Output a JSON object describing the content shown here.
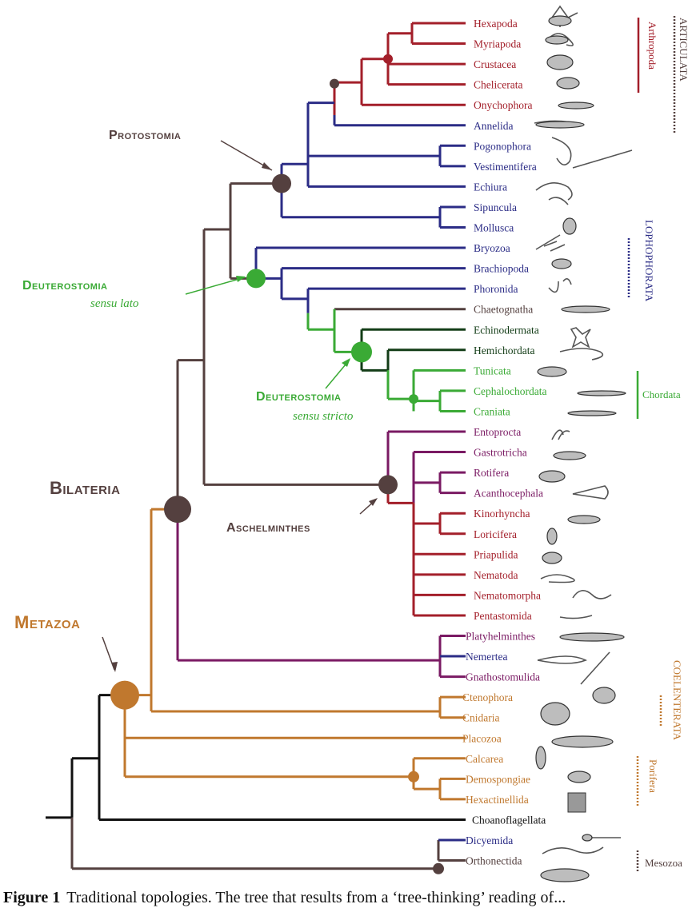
{
  "colors": {
    "brown": "#54403f",
    "red": "#a31f2a",
    "blue": "#2b2c86",
    "green": "#3aaa35",
    "darkgreen": "#133d17",
    "purple": "#7a1a63",
    "orange": "#c0782e",
    "black": "#111111"
  },
  "clade_labels": {
    "protostomia": "Protostomia",
    "deutero_lato": "Deuterostomia",
    "deutero_lato_sub": "sensu lato",
    "deutero_stricto": "Deuterostomia",
    "deutero_stricto_sub": "sensu stricto",
    "bilateria": "Bilateria",
    "aschelminthes": "Aschelminthes",
    "metazoa": "Metazoa"
  },
  "side_labels": {
    "articulata": "ARTICULATA",
    "arthropoda": "Arthropoda",
    "lophophorata": "LOPHOPHORATA",
    "chordata": "Chordata",
    "coelenterata": "COELENTERATA",
    "porifera": "Porifera",
    "mesozoa": "Mesozoa"
  },
  "taxa": [
    {
      "name": "Hexapoda",
      "color": "red"
    },
    {
      "name": "Myriapoda",
      "color": "red"
    },
    {
      "name": "Crustacea",
      "color": "red"
    },
    {
      "name": "Chelicerata",
      "color": "red"
    },
    {
      "name": "Onychophora",
      "color": "red"
    },
    {
      "name": "Annelida",
      "color": "blue"
    },
    {
      "name": "Pogonophora",
      "color": "blue"
    },
    {
      "name": "Vestimentifera",
      "color": "blue"
    },
    {
      "name": "Echiura",
      "color": "blue"
    },
    {
      "name": "Sipuncula",
      "color": "blue"
    },
    {
      "name": "Mollusca",
      "color": "blue"
    },
    {
      "name": "Bryozoa",
      "color": "blue"
    },
    {
      "name": "Brachiopoda",
      "color": "blue"
    },
    {
      "name": "Phoronida",
      "color": "blue"
    },
    {
      "name": "Chaetognatha",
      "color": "brown"
    },
    {
      "name": "Echinodermata",
      "color": "darkgreen"
    },
    {
      "name": "Hemichordata",
      "color": "darkgreen"
    },
    {
      "name": "Tunicata",
      "color": "green"
    },
    {
      "name": "Cephalochordata",
      "color": "green"
    },
    {
      "name": "Craniata",
      "color": "green"
    },
    {
      "name": "Entoprocta",
      "color": "purple"
    },
    {
      "name": "Gastrotricha",
      "color": "purple"
    },
    {
      "name": "Rotifera",
      "color": "purple"
    },
    {
      "name": "Acanthocephala",
      "color": "purple"
    },
    {
      "name": "Kinorhyncha",
      "color": "red"
    },
    {
      "name": "Loricifera",
      "color": "red"
    },
    {
      "name": "Priapulida",
      "color": "red"
    },
    {
      "name": "Nematoda",
      "color": "red"
    },
    {
      "name": "Nematomorpha",
      "color": "red"
    },
    {
      "name": "Pentastomida",
      "color": "red"
    },
    {
      "name": "Platyhelminthes",
      "color": "purple"
    },
    {
      "name": "Nemertea",
      "color": "blue"
    },
    {
      "name": "Gnathostomulida",
      "color": "purple"
    },
    {
      "name": "Ctenophora",
      "color": "orange"
    },
    {
      "name": "Cnidaria",
      "color": "orange"
    },
    {
      "name": "Placozoa",
      "color": "orange"
    },
    {
      "name": "Calcarea",
      "color": "orange"
    },
    {
      "name": "Demospongiae",
      "color": "orange"
    },
    {
      "name": "Hexactinellida",
      "color": "orange"
    },
    {
      "name": "Choanoflagellata",
      "color": "black"
    },
    {
      "name": "Dicyemida",
      "color": "blue"
    },
    {
      "name": "Orthonectida",
      "color": "brown"
    }
  ],
  "caption": {
    "label": "Figure 1",
    "text": "Traditional topologies. The tree that results from a ‘tree-thinking’ reading of..."
  }
}
